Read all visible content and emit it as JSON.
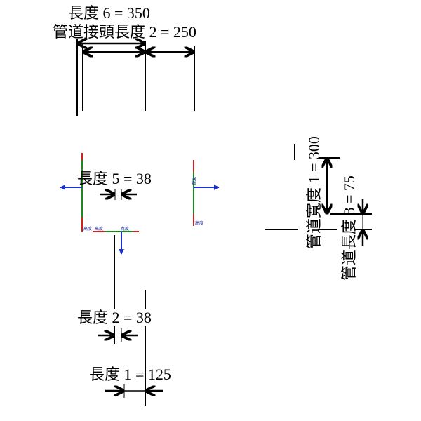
{
  "dimensions": {
    "length6": "長度 6 = 350",
    "pipe_length2": "管道接頭長度 2 = 250",
    "length5": "長度 5 = 38",
    "length2": "長度 2 = 38",
    "length1": "長度 1 = 125",
    "pipe_width1": "管道寬度 1 = 300",
    "pipe_length3": "管道長度 3 = 75"
  },
  "connector_tags": {
    "left_height": "高度",
    "bottom_height": "高度",
    "bottom_width": "寬度",
    "right_width": "寬度",
    "right_height": "高度"
  },
  "colors": {
    "line": "#000000",
    "axis_green": "#1a8a1a",
    "axis_red": "#cc2222",
    "vector_blue": "#1a2fcc"
  }
}
